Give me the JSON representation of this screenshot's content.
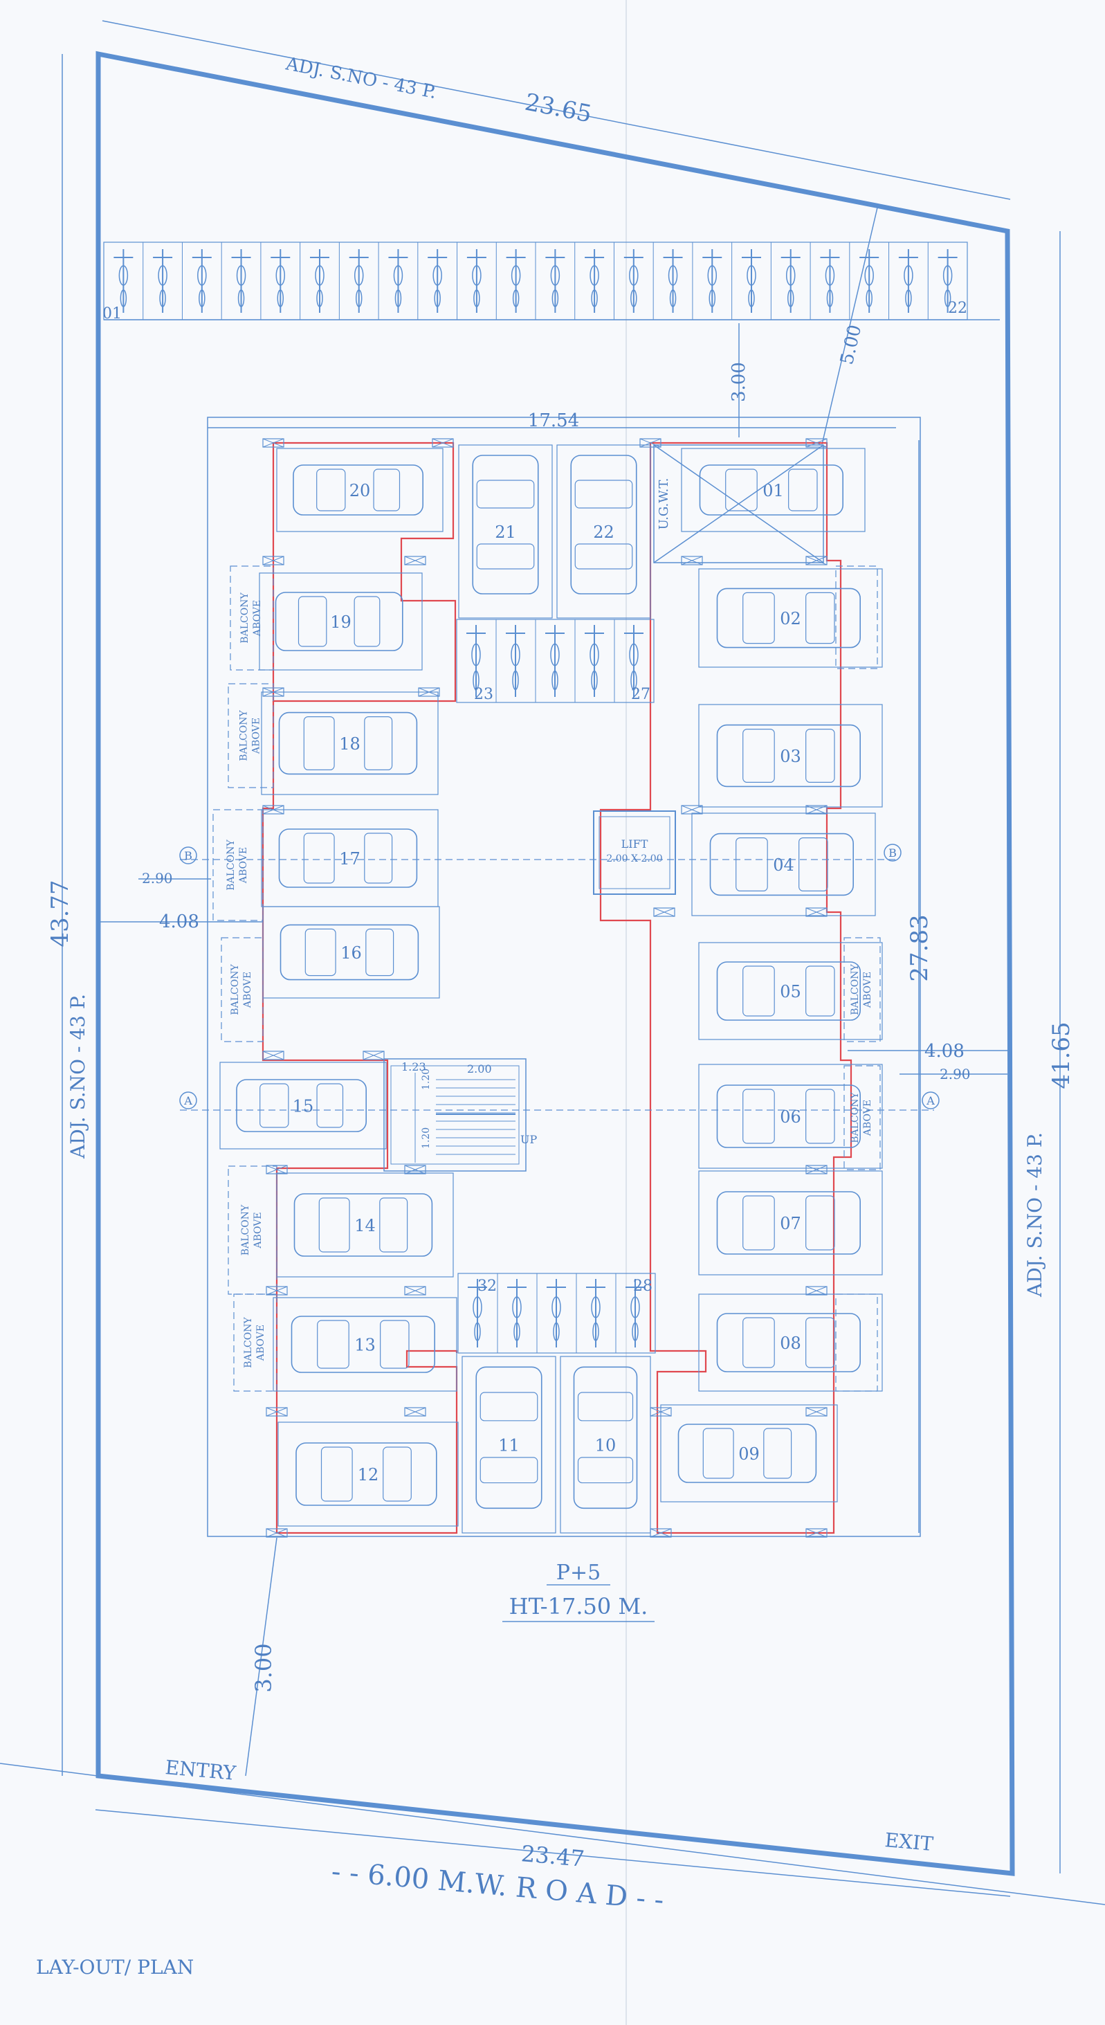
{
  "colors": {
    "ink": "#5b8fd1",
    "text": "#4e7fc2",
    "red": "#e0484f",
    "paper": "#f7f9fc"
  },
  "boundary": {
    "top_adj": "ADJ. S.NO - 43 P.",
    "top_dim": "23.65",
    "left_adj": "ADJ. S.NO - 43 P.",
    "left_dim": "43.77",
    "right_adj": "ADJ. S.NO - 43 P.",
    "right_dim": "41.65",
    "bottom_dim": "23.47"
  },
  "road": "- - 6.00 M.W. R O A D - -",
  "entry": "ENTRY",
  "exit": "EXIT",
  "caption": "LAY-OUT/ PLAN",
  "building": {
    "floors": "P+5",
    "height": "HT-17.50 M."
  },
  "dims": {
    "width": "17.54",
    "depth": "27.83",
    "setback_top_3": "3.00",
    "setback_top_5": "5.00",
    "setback_bottom": "3.00",
    "left_290": "2.90",
    "left_408": "4.08",
    "right_408": "4.08",
    "right_290": "2.90",
    "stair_123": "1.23",
    "stair_200": "2.00",
    "stair_120a": "1.20",
    "stair_120b": "1.20"
  },
  "twowheeler": {
    "start": "01",
    "end": "22",
    "mid_start": "23",
    "mid_end": "27",
    "low_start": "32",
    "low_end": "28"
  },
  "lift": {
    "label": "LIFT",
    "size": "2.00 X 2.00"
  },
  "ugwt": "U.G.W.T.",
  "stair_up": "UP",
  "section_marks": [
    "B",
    "B",
    "A",
    "A"
  ],
  "balcony_label": [
    "BALCONY",
    "ABOVE"
  ],
  "parking": {
    "p01": "01",
    "p02": "02",
    "p03": "03",
    "p04": "04",
    "p05": "05",
    "p06": "06",
    "p07": "07",
    "p08": "08",
    "p09": "09",
    "p10": "10",
    "p11": "11",
    "p12": "12",
    "p13": "13",
    "p14": "14",
    "p15": "15",
    "p16": "16",
    "p17": "17",
    "p18": "18",
    "p19": "19",
    "p20": "20",
    "p21": "21",
    "p22": "22"
  }
}
